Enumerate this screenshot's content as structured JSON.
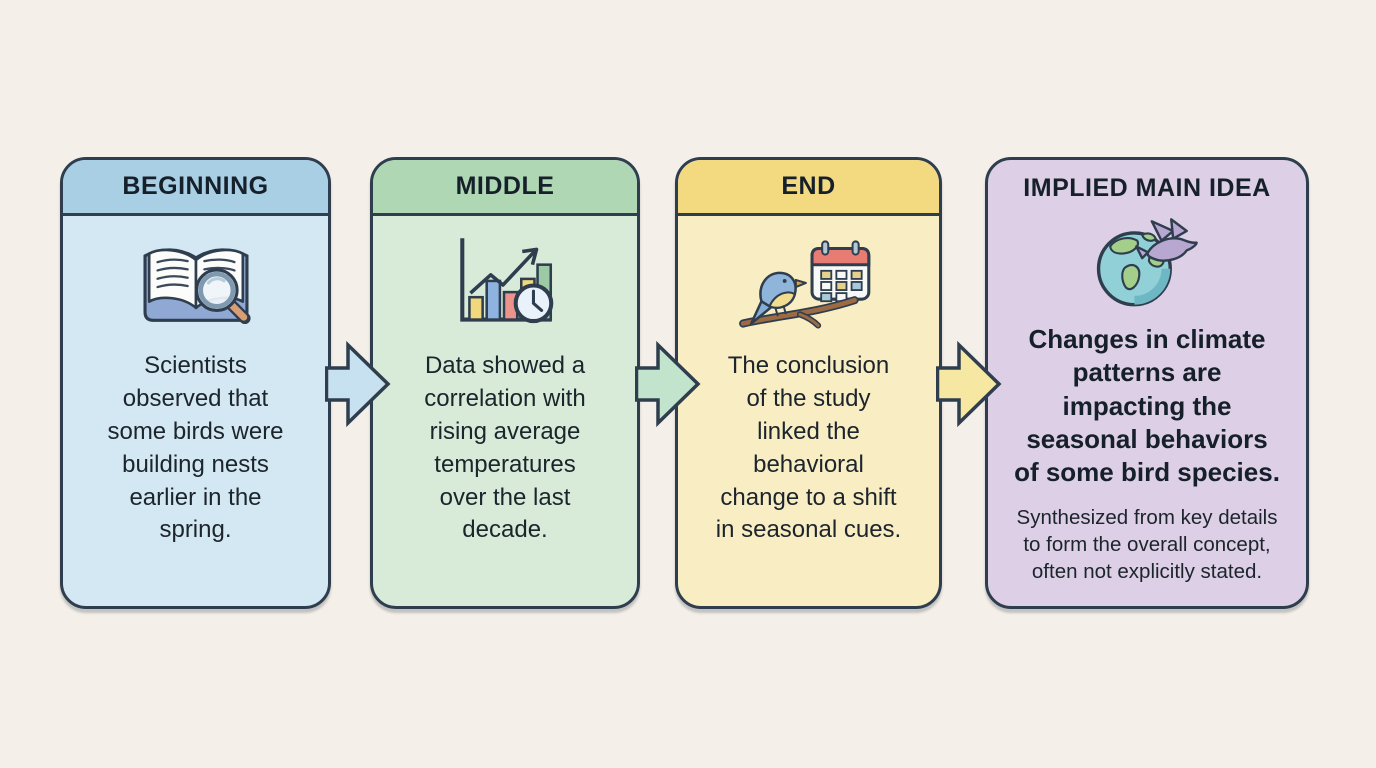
{
  "canvas": {
    "background_color": "#f4efe8",
    "outline_color": "#2f3e4e",
    "text_color": "#1c242c"
  },
  "cards": [
    {
      "title": "BEGINNING",
      "icon": "book-magnifier-icon",
      "text": "Scientists\nobserved that\nsome birds were\nbuilding nests\nearlier in the\nspring.",
      "header_color": "#a9cfe4",
      "body_color": "#d4e8f3"
    },
    {
      "title": "MIDDLE",
      "icon": "bar-chart-clock-icon",
      "text": "Data showed a\ncorrelation with\nrising average\ntemperatures\nover the last\ndecade.",
      "header_color": "#afd7b3",
      "body_color": "#d7ebd8"
    },
    {
      "title": "END",
      "icon": "bird-calendar-icon",
      "text": "The conclusion\nof the study\nlinked the\nbehavioral\nchange to a shift\nin seasonal cues.",
      "header_color": "#f3da80",
      "body_color": "#f8edc3"
    },
    {
      "title": "IMPLIED MAIN IDEA",
      "icon": "globe-dove-icon",
      "text": "Changes in climate\npatterns are\nimpacting the\nseasonal behaviors\nof some bird species.",
      "note": "Synthesized from key details\nto form the overall concept,\noften not explicitly stated.",
      "body_color": "#dccfe6"
    }
  ],
  "arrows": [
    {
      "from": "BEGINNING",
      "to": "MIDDLE",
      "color": "#c7e1f0"
    },
    {
      "from": "MIDDLE",
      "to": "END",
      "color": "#c3e4cc"
    },
    {
      "from": "END",
      "to": "IMPLIED MAIN IDEA",
      "color": "#f6e7a2"
    }
  ]
}
